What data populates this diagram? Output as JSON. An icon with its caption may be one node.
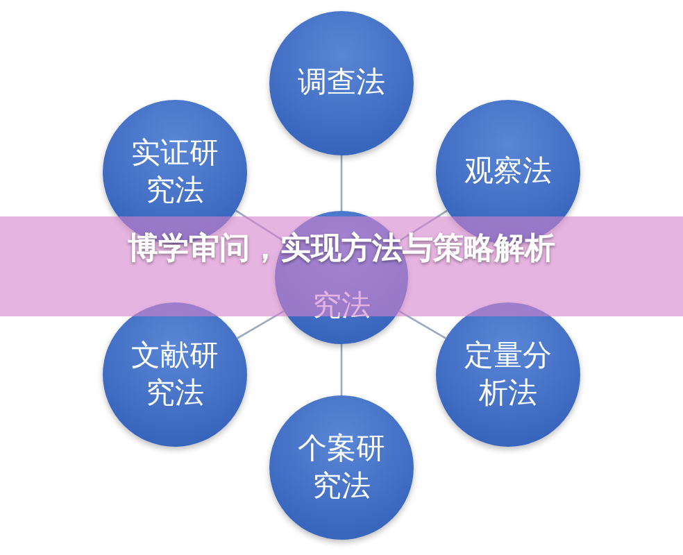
{
  "diagram": {
    "title": "博学审问，实现方法与策略解析",
    "nodes": [
      {
        "text": [
          "调查法"
        ]
      },
      {
        "text": [
          "实证研究法"
        ]
      },
      {
        "text": [
          "观察法"
        ]
      },
      {
        "text": [
          "究法"
        ]
      },
      {
        "text": [
          "文献研究法"
        ]
      },
      {
        "text": [
          "定量分析法"
        ]
      },
      {
        "text": [
          "个案研究法"
        ]
      }
    ],
    "edges": [
      {
        "from": 3,
        "to": 0,
        "arrow": "none"
      },
      {
        "from": 3,
        "to": 1,
        "arrow": "none"
      },
      {
        "from": 3,
        "to": 2,
        "arrow": "none"
      },
      {
        "from": 3,
        "to": 4,
        "arrow": "none"
      },
      {
        "from": 3,
        "to": 5,
        "arrow": "none"
      },
      {
        "from": 3,
        "to": 6,
        "arrow": "none"
      }
    ]
  }
}
